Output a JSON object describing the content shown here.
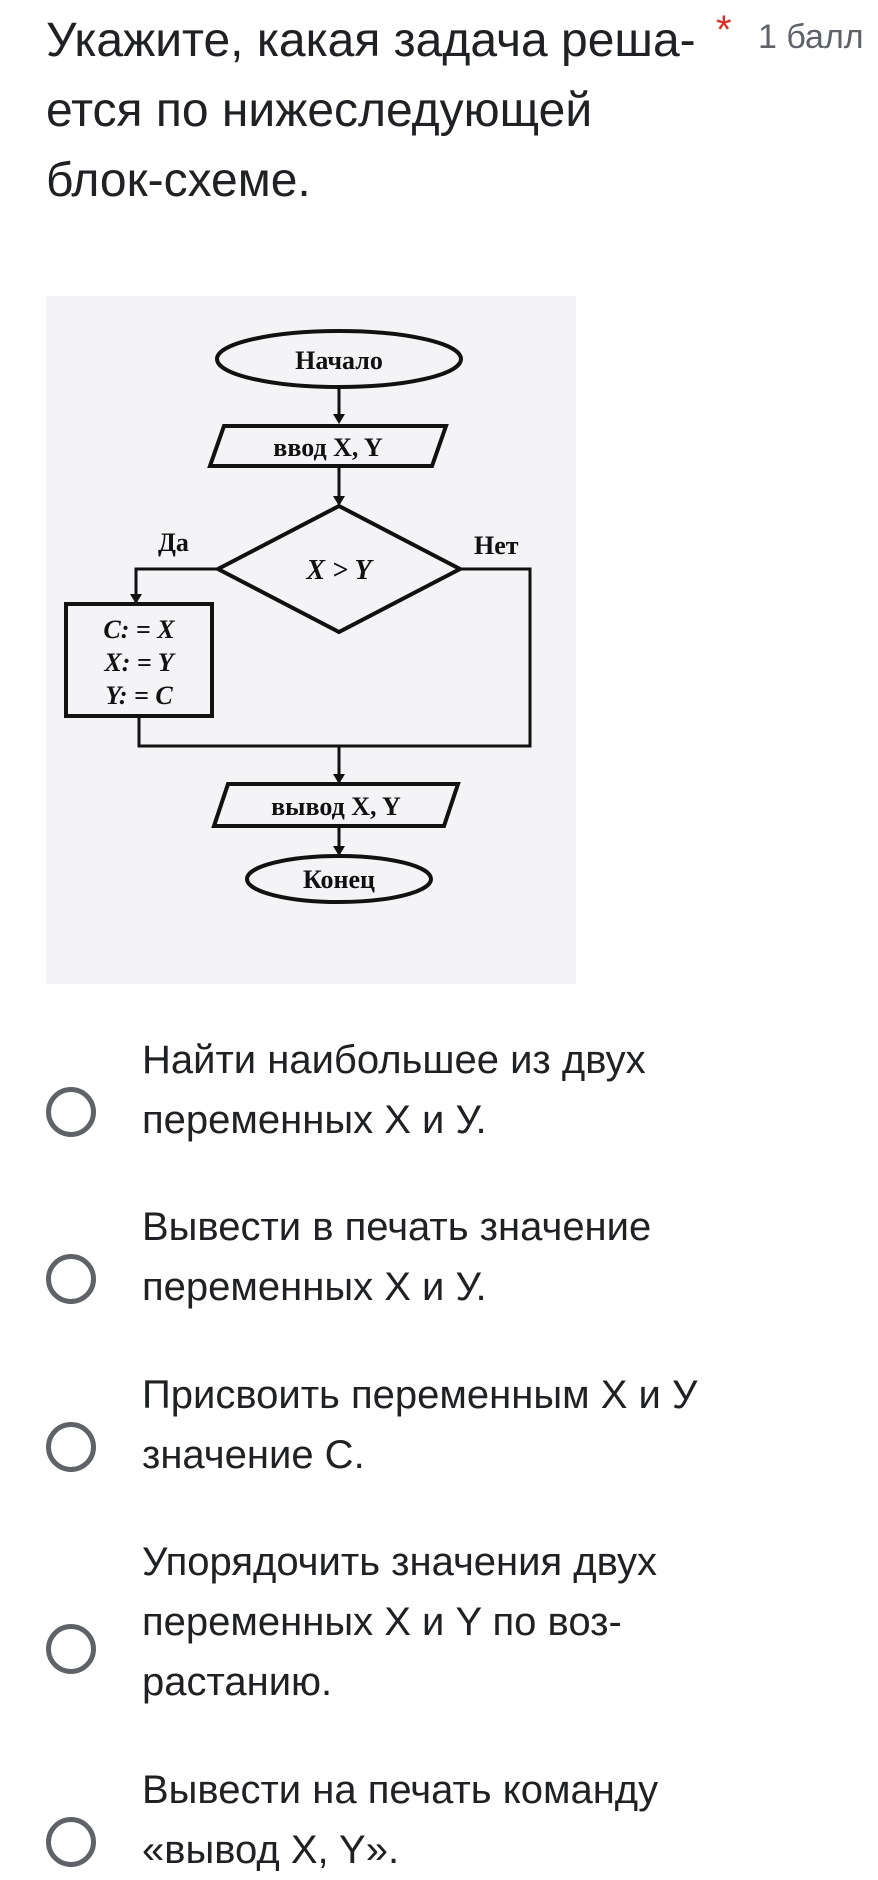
{
  "question": {
    "title": "Укажите, какая задача реша-ется по нижеследующей блок-схеме.",
    "required_marker": "*",
    "points": "1 балл"
  },
  "flowchart": {
    "start": "Начало",
    "input": "ввод X, Y",
    "condition": "X > Y",
    "yes_label": "Да",
    "no_label": "Нет",
    "swap_line1": "C: = X",
    "swap_line2": "X: = Y",
    "swap_line3": "Y: = C",
    "output": "вывод X, Y",
    "end": "Конец"
  },
  "options": [
    {
      "label": "Найти наибольшее из двух переменных Х и У."
    },
    {
      "label": "Вывести в печать значение переменных Х и У."
    },
    {
      "label": "Присвоить переменным Х и У значение С."
    },
    {
      "label": "Упорядочить значения двух переменных X и Y по воз-растанию."
    },
    {
      "label": "Вывести на печать команду «вывод X, Y»."
    }
  ],
  "colors": {
    "required": "#d93025",
    "muted": "#5f6368",
    "text": "#202124"
  }
}
